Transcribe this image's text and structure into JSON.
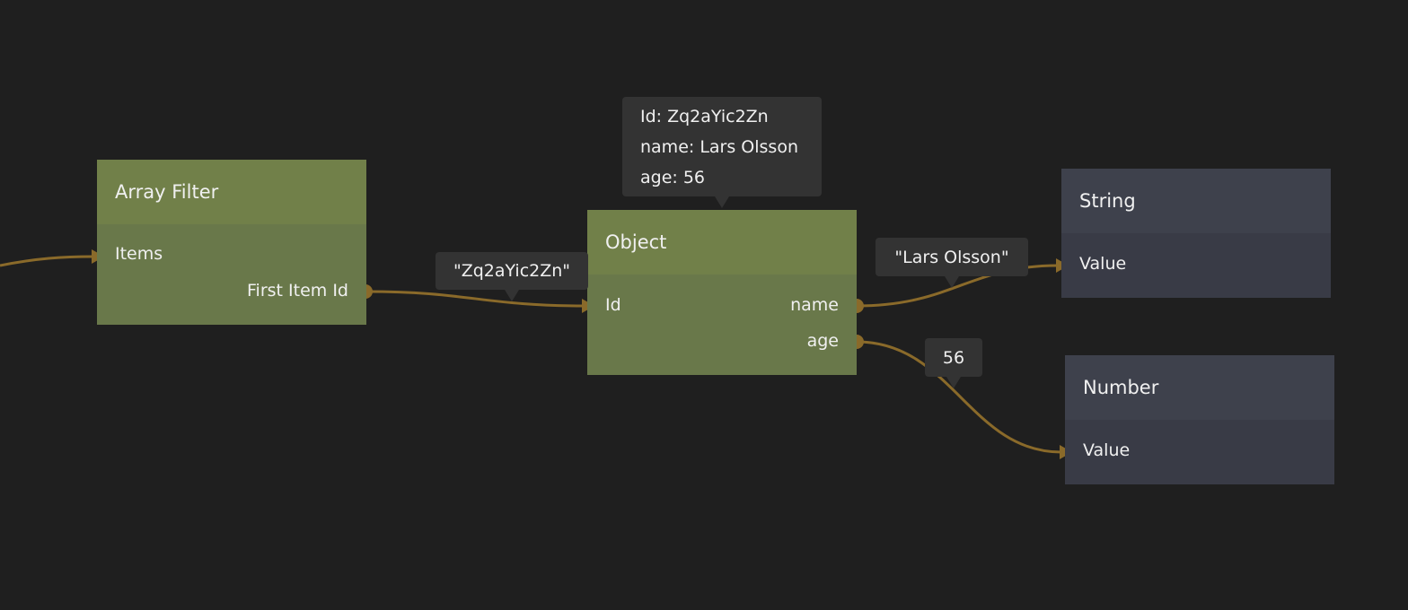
{
  "nodes": {
    "array_filter": {
      "title": "Array Filter",
      "inputs": [
        "Items"
      ],
      "outputs": [
        "First Item Id"
      ]
    },
    "object": {
      "title": "Object",
      "inputs": [
        "Id"
      ],
      "outputs": [
        "name",
        "age"
      ]
    },
    "string": {
      "title": "String",
      "inputs": [
        "Value"
      ]
    },
    "number": {
      "title": "Number",
      "inputs": [
        "Value"
      ]
    }
  },
  "tooltips": {
    "object_info": [
      "Id: Zq2aYic2Zn",
      "name: Lars Olsson",
      "age: 56"
    ],
    "id_value": "\"Zq2aYic2Zn\"",
    "name_value": "\"Lars Olsson\"",
    "age_value": "56"
  },
  "colors": {
    "background": "#1f1f1f",
    "data_node": "#718049",
    "primitive_node": "#3e414c",
    "wire": "#8a6a2a"
  }
}
